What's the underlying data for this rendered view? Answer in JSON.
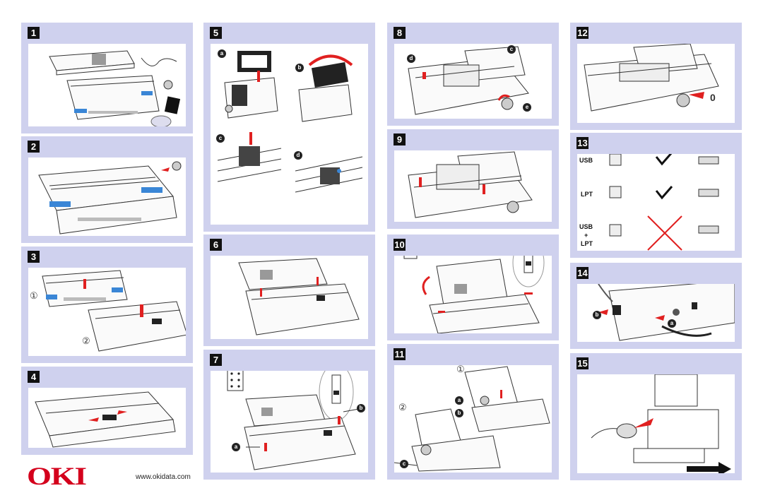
{
  "panels": [
    {
      "number": "1"
    },
    {
      "number": "2"
    },
    {
      "number": "3"
    },
    {
      "number": "4"
    },
    {
      "number": "5"
    },
    {
      "number": "6"
    },
    {
      "number": "7"
    },
    {
      "number": "8"
    },
    {
      "number": "9"
    },
    {
      "number": "10"
    },
    {
      "number": "11"
    },
    {
      "number": "12"
    },
    {
      "number": "13"
    },
    {
      "number": "14"
    },
    {
      "number": "15"
    }
  ],
  "step3_labels": [
    "①",
    "②"
  ],
  "step5_labels": [
    "a",
    "b",
    "c",
    "d"
  ],
  "step7_labels": [
    "a",
    "b"
  ],
  "step8_labels": [
    "c",
    "d",
    "e"
  ],
  "step11_labels": [
    "①",
    "②",
    "a",
    "b",
    "c"
  ],
  "step12_label": "0",
  "step13_labels": {
    "usb": "USB",
    "lpt": "LPT",
    "usb2": "USB",
    "plus": "+",
    "lpt2": "LPT"
  },
  "step14_labels": [
    "b",
    "a"
  ],
  "brand": {
    "logo": "OKI",
    "url": "www.okidata.com",
    "logo_color": "#d4001c"
  },
  "colors": {
    "panel_bg": "#cfd1ee",
    "accent_red": "#e02020",
    "accent_blue": "#3a86d6"
  }
}
